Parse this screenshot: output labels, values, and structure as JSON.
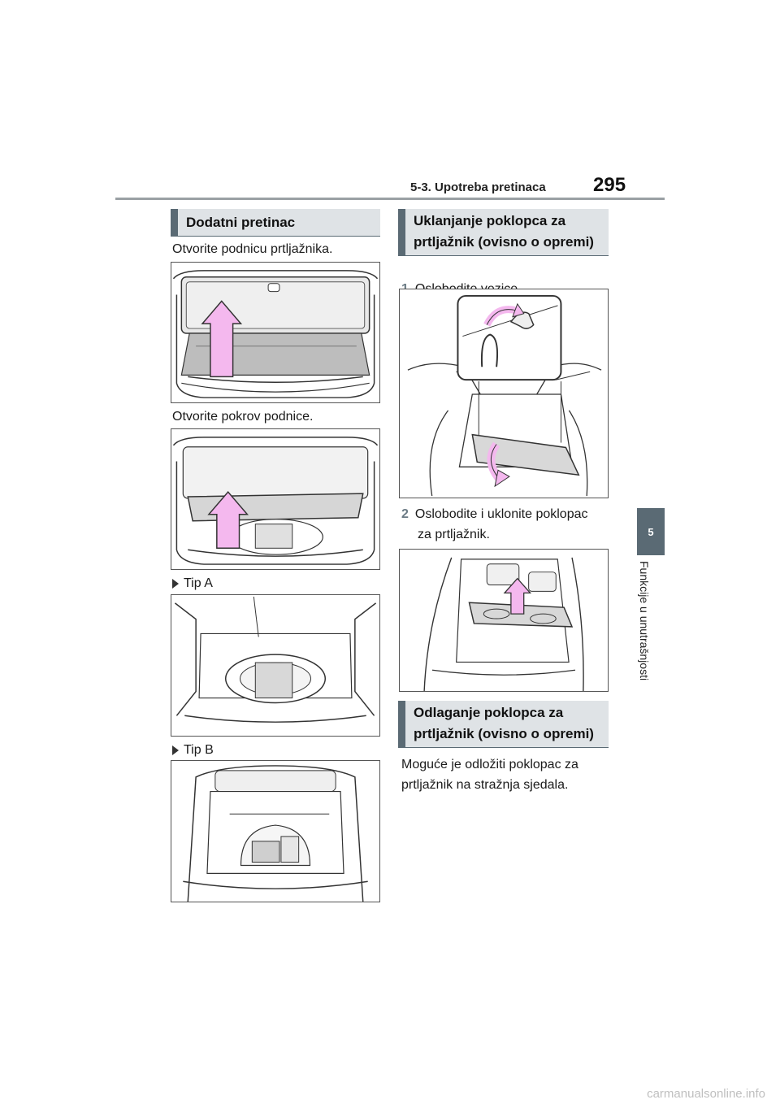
{
  "header": {
    "title": "5-3. Upotreba pretinaca",
    "page_number": "295"
  },
  "side_tab": {
    "number": "5",
    "label": "Funkcije u unutrašnjosti"
  },
  "left": {
    "section_title": "Dodatni pretinac",
    "step1": "Otvorite podnicu prtljažnika.",
    "step2": "Otvorite pokrov podnice.",
    "tip_a": "Tip A",
    "tip_b": "Tip B"
  },
  "right": {
    "section1_title_line1": "Uklanjanje poklopca za",
    "section1_title_line2": "prtljažnik (ovisno o opremi)",
    "step1_num": "1",
    "step1_text": "Oslobodite vezice.",
    "step2_num": "2",
    "step2_text_line1": "Oslobodite i uklonite poklopac",
    "step2_text_line2": "za prtljažnik.",
    "section2_title_line1": "Odlaganje poklopca za",
    "section2_title_line2": "prtljažnik (ovisno o opremi)",
    "body_line1": "Moguće je odložiti poklopac za",
    "body_line2": "prtljažnik na stražnja sjedala."
  },
  "watermark": "carmanualsonline.info",
  "colors": {
    "accent": "#5a6a74",
    "heading_bg": "#dfe3e6",
    "arrow_fill": "#f4b8ee",
    "rule": "#9aa0a4"
  }
}
